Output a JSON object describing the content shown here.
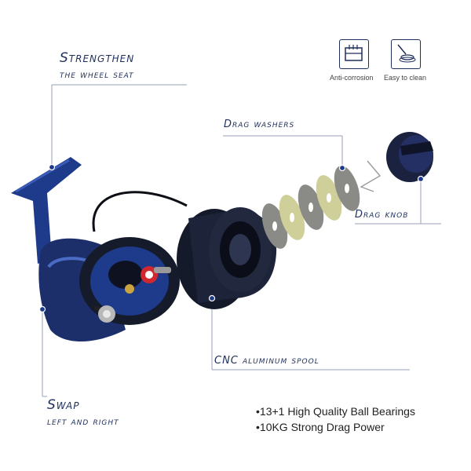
{
  "callouts": {
    "wheel_seat_line1": "Strengthen",
    "wheel_seat_line2": "the wheel seat",
    "drag_washers": "Drag washers",
    "drag_knob": "Drag knob",
    "spool": "CNC aluminum spool",
    "swap_line1": "Swap",
    "swap_line2": "left and right"
  },
  "features": [
    {
      "icon": "anti-corrosion-icon",
      "label": "Anti-corrosion"
    },
    {
      "icon": "easy-to-clean-icon",
      "label": "Easy to clean"
    }
  ],
  "bullets": [
    "•13+1 High Quality Ball Bearings",
    "•10KG Strong Drag Power"
  ],
  "colors": {
    "text_navy": "#1f2f5c",
    "reel_blue": "#1e3a8a",
    "reel_dark": "#161c2e",
    "accent_red": "#d0282e",
    "washer_gray": "#8a8a86",
    "washer_khaki": "#cfcf9a"
  }
}
